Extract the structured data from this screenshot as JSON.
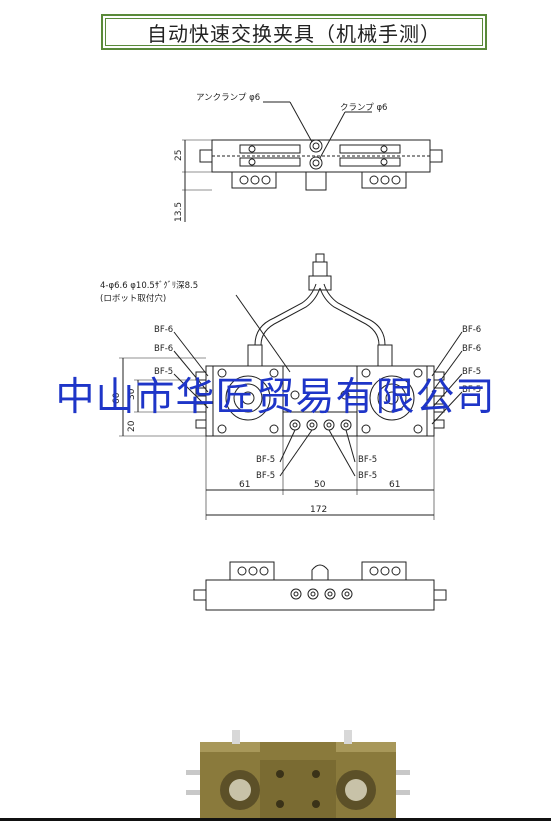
{
  "title": "自动快速交换夹具（机械手测）",
  "watermark": "中山市华匠贸易有限公司",
  "top_view": {
    "unclamp_label": "アンクランプ  φ6",
    "clamp_label": "クランプ  φ6",
    "dim_height": "25",
    "dim_offset": "13.5"
  },
  "front_view": {
    "hole_note_line1": "4-φ6.6 φ10.5ｻﾞｸﾞﾘ深8.5",
    "hole_note_line2": "(ロボット取付穴)",
    "dim_outer_h": "60",
    "dim_inner_h": "30",
    "dim_bottom": "20",
    "dim_left": "61",
    "dim_center": "50",
    "dim_right": "61",
    "dim_total": "172",
    "ports_left": [
      "BF-6",
      "BF-6",
      "BF-5"
    ],
    "ports_right": [
      "BF-6",
      "BF-6",
      "BF-5",
      "BF-5"
    ],
    "ports_bottom_left": [
      "BF-5",
      "BF-5"
    ],
    "ports_bottom_right": [
      "BF-5",
      "BF-5"
    ]
  },
  "colors": {
    "line": "#222222",
    "title_border": "#5a8a3a",
    "watermark": "#1e35c8",
    "photo_body": "#8a7a3c"
  }
}
